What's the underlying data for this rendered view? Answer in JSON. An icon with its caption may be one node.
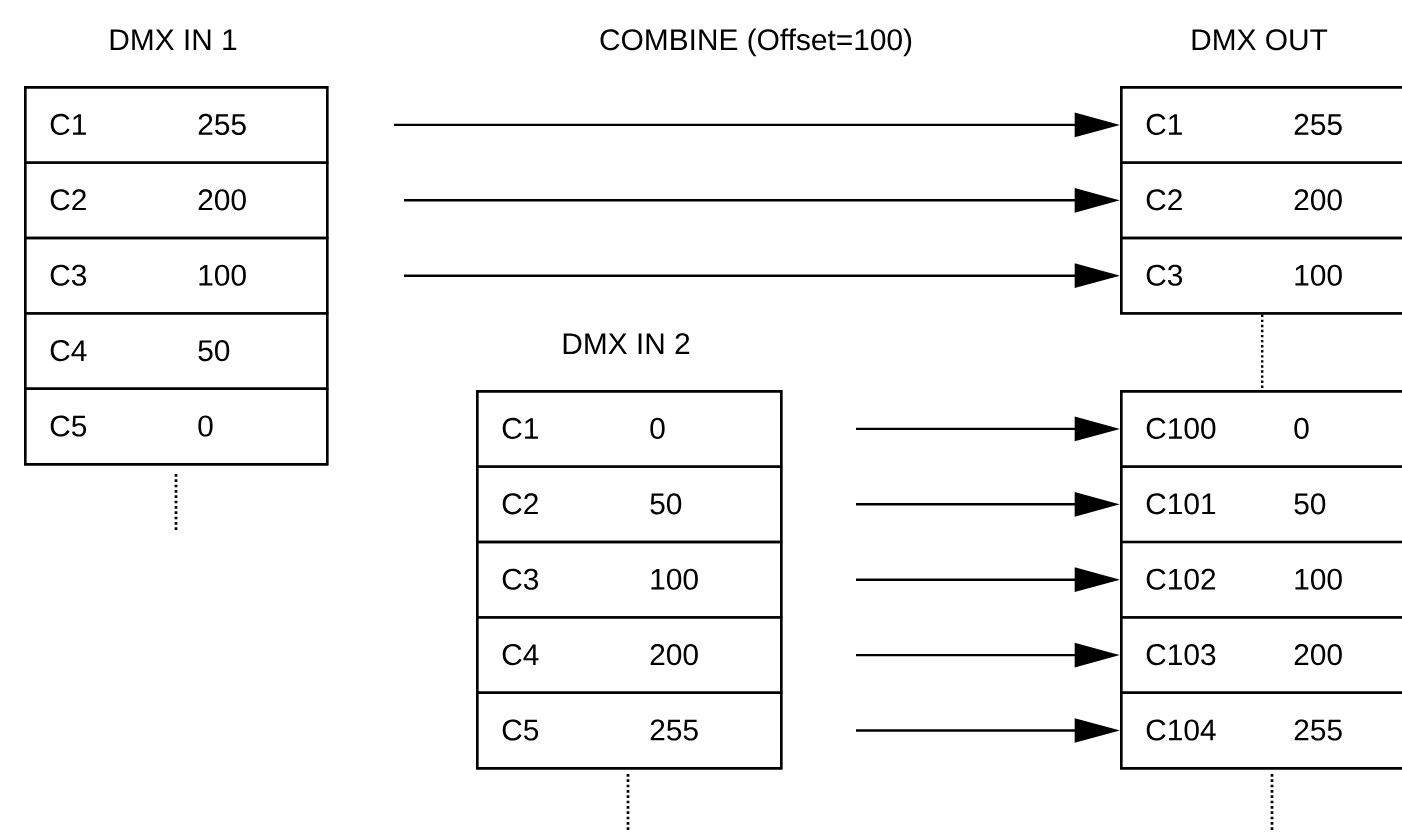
{
  "diagram": {
    "nodes": [
      {
        "text": [
          "DMX IN 1"
        ]
      },
      {
        "text": [
          "C1",
          "255"
        ],
        "in": 0
      },
      {
        "text": [
          "C2",
          "200"
        ],
        "in": 0
      },
      {
        "text": [
          "C3",
          "100"
        ],
        "in": 0
      },
      {
        "text": [
          "C4",
          "50"
        ],
        "in": 0
      },
      {
        "text": [
          "C5",
          "0"
        ],
        "in": 0
      },
      {
        "text": [
          "DMX OUT"
        ]
      },
      {
        "text": [
          "C1",
          "255"
        ],
        "in": 6
      },
      {
        "text": [
          "C2",
          "200"
        ],
        "in": 6
      },
      {
        "text": [
          "C3",
          "100"
        ],
        "in": 6
      },
      {
        "text": [
          "DMX IN 2"
        ]
      },
      {
        "text": [
          "C1",
          "0"
        ],
        "in": 10
      },
      {
        "text": [
          "C2",
          "50"
        ],
        "in": 10
      },
      {
        "text": [
          "C3",
          "100"
        ],
        "in": 10
      },
      {
        "text": [
          "C4",
          "200"
        ],
        "in": 10
      },
      {
        "text": [
          "C5",
          "255"
        ],
        "in": 10
      },
      {
        "text": [],
        "shape": "box"
      },
      {
        "text": [
          "C100",
          "0"
        ],
        "in": 16
      },
      {
        "text": [
          "C101",
          "50"
        ],
        "in": 16
      },
      {
        "text": [
          "C102",
          "100"
        ],
        "in": 16
      },
      {
        "text": [
          "C103",
          "200"
        ],
        "in": 16
      },
      {
        "text": [
          "C104",
          "255"
        ],
        "in": 16
      }
    ],
    "edges": [
      {
        "from": null,
        "to": 7,
        "arrow": "to"
      },
      {
        "from": null,
        "to": 8,
        "arrow": "to"
      },
      {
        "from": null,
        "to": 9,
        "arrow": "to"
      },
      {
        "from": null,
        "to": 17,
        "arrow": "to"
      },
      {
        "from": null,
        "to": 18,
        "arrow": "to"
      },
      {
        "from": null,
        "to": 19,
        "arrow": "to"
      },
      {
        "from": null,
        "to": 20,
        "arrow": "to"
      },
      {
        "from": null,
        "to": 21,
        "arrow": "to"
      },
      {
        "from": 6,
        "to": 16,
        "arrow": "none",
        "style": "dashed"
      }
    ],
    "labels": [
      "COMBINE (Offset=100)"
    ]
  }
}
